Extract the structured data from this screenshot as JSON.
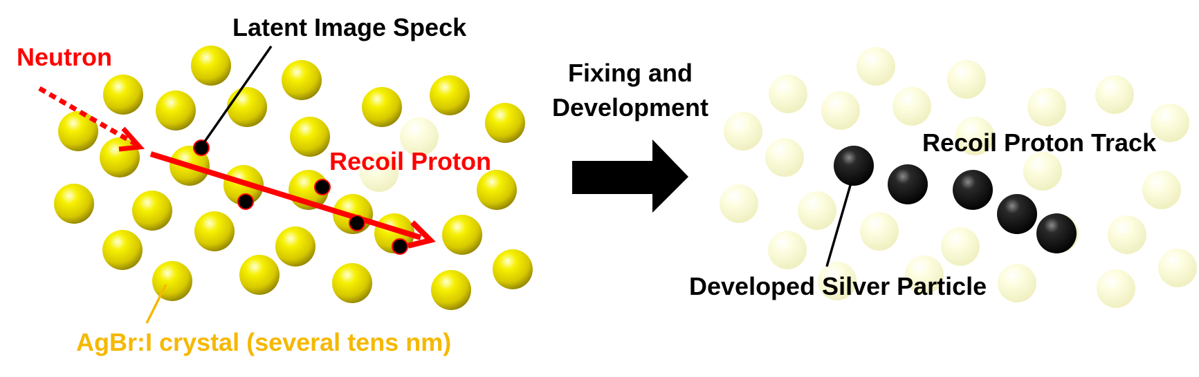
{
  "labels": {
    "latent": "Latent Image Speck",
    "neutron": "Neutron",
    "recoil_proton": "Recoil Proton",
    "crystal": "AgBr:I crystal (several tens nm)",
    "fixing_line1": "Fixing and",
    "fixing_line2": "Development",
    "recoil_track": "Recoil Proton Track",
    "silver_particle": "Developed Silver Particle"
  },
  "colors": {
    "crystal": "#e8e000",
    "neutron": "#ff0000",
    "crystal_label": "#f5b800",
    "text": "#000000",
    "faded_crystal": "#fbfbd2",
    "silver": "#000000"
  },
  "icons": {
    "process_arrow": "right-arrow-icon"
  }
}
